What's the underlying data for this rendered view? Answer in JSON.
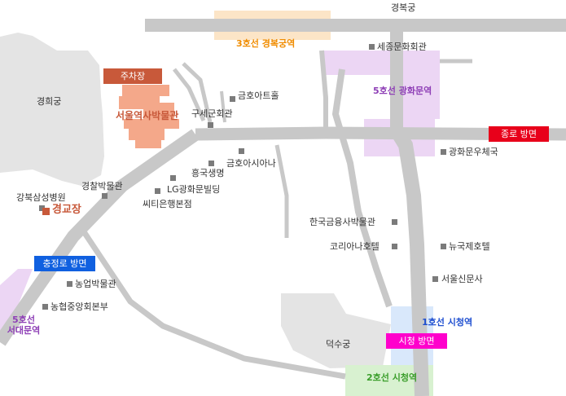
{
  "colors": {
    "road": "#c8c8c8",
    "park": "#e4e4e4",
    "line3": "#f08c00",
    "line5": "#8e3fb6",
    "line1": "#1f4fd0",
    "line2": "#3b9e2b",
    "museum": "#f4a88a",
    "parking_badge": "#c8593a",
    "jongno_badge": "#e8001a",
    "chungjeong_badge": "#1060e0",
    "cityhall_badge": "#ff00cc"
  },
  "places": {
    "gyeongbokgung": "경복궁",
    "gyeonghuigung": "경희궁",
    "sejong_center": "세종문화회관",
    "kumho_art": "금호아트홀",
    "old_council": "구세군회관",
    "kumho_asiana": "금호아시아나",
    "heungkuk": "흥국생명",
    "lg_building": "LG광화문빌딩",
    "citibank": "씨티은행본점",
    "police_museum": "경찰박물관",
    "kangbuk_hospital": "강북삼성병원",
    "gyeonggyojang": "경교장",
    "post_office": "광화문우체국",
    "bank_museum": "한국금융사박물관",
    "koreana": "코리아나호텔",
    "new_korea": "뉴국제호텔",
    "seoul_shinmun": "서울신문사",
    "agri_museum": "농업박물관",
    "nh_hq": "농협중앙회본부",
    "deoksugung": "덕수궁",
    "seoul_museum": "서울역사박물관"
  },
  "badges": {
    "parking": "주차장",
    "jongno": "종로 방면",
    "chungjeong": "충정로 방면",
    "cityhall": "시청 방면"
  },
  "stations": {
    "gyeongbokgung": "3호선  경복궁역",
    "gwanghwamun": "5호선  광화문역",
    "seodaemun": "5호선\n서대문역",
    "cityhall1": "1호선  시청역",
    "cityhall2": "2호선  시청역"
  }
}
